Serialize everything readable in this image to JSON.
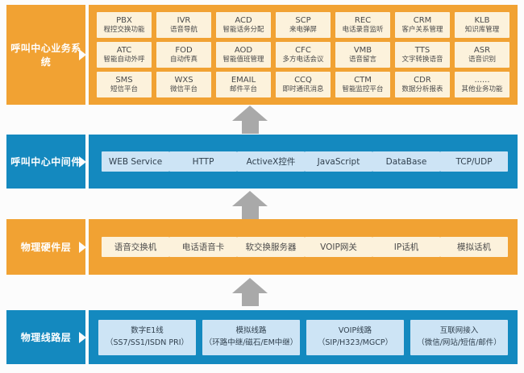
{
  "colors": {
    "orange_band": "#F1A233",
    "blue_band": "#1489BF",
    "cream_box": "#FCF2DC",
    "light_blue_box": "#CDE4F5",
    "arrow_gray": "#A9A9A9"
  },
  "layers": [
    {
      "label": "呼叫中心业务系统",
      "theme": "orange",
      "boxes": [
        {
          "title": "PBX",
          "subtitle": "程控交换功能"
        },
        {
          "title": "IVR",
          "subtitle": "语音导航"
        },
        {
          "title": "ACD",
          "subtitle": "智能话务分配"
        },
        {
          "title": "SCP",
          "subtitle": "来电弹屏"
        },
        {
          "title": "REC",
          "subtitle": "电话录音监听"
        },
        {
          "title": "CRM",
          "subtitle": "客户关系管理"
        },
        {
          "title": "KLB",
          "subtitle": "知识库管理"
        },
        {
          "title": "ATC",
          "subtitle": "智能自动外呼"
        },
        {
          "title": "FOD",
          "subtitle": "自动传真"
        },
        {
          "title": "AOD",
          "subtitle": "智能值班管理"
        },
        {
          "title": "CFC",
          "subtitle": "多方电话会议"
        },
        {
          "title": "VMB",
          "subtitle": "语音留言"
        },
        {
          "title": "TTS",
          "subtitle": "文字转换语音"
        },
        {
          "title": "ASR",
          "subtitle": "语音识别"
        },
        {
          "title": "SMS",
          "subtitle": "短信平台"
        },
        {
          "title": "WXS",
          "subtitle": "微信平台"
        },
        {
          "title": "EMAIL",
          "subtitle": "邮件平台"
        },
        {
          "title": "CCQ",
          "subtitle": "即时通讯消息"
        },
        {
          "title": "CTM",
          "subtitle": "智能监控平台"
        },
        {
          "title": "CDR",
          "subtitle": "数据分析报表"
        },
        {
          "title": "......",
          "subtitle": "其他业务功能"
        }
      ]
    },
    {
      "label": "呼叫中心中间件",
      "theme": "blue",
      "boxes": [
        {
          "title": "WEB Service"
        },
        {
          "title": "HTTP"
        },
        {
          "title": "ActiveX控件"
        },
        {
          "title": "JavaScript"
        },
        {
          "title": "DataBase"
        },
        {
          "title": "TCP/UDP"
        }
      ]
    },
    {
      "label": "物理硬件层",
      "theme": "orange",
      "boxes": [
        {
          "title": "语音交换机"
        },
        {
          "title": "电话语音卡"
        },
        {
          "title": "软交换服务器"
        },
        {
          "title": "VOIP网关"
        },
        {
          "title": "IP话机"
        },
        {
          "title": "模拟话机"
        }
      ]
    },
    {
      "label": "物理线路层",
      "theme": "blue",
      "boxes": [
        {
          "title": "数字E1线",
          "subtitle": "（SS7/SS1/ISDN PRI）"
        },
        {
          "title": "模拟线路",
          "subtitle": "（环路中继/磁石/EM中继）"
        },
        {
          "title": "VOIP线路",
          "subtitle": "（SIP/H323/MGCP）"
        },
        {
          "title": "互联网接入",
          "subtitle": "（微信/网站/短信/邮件）"
        }
      ]
    }
  ]
}
